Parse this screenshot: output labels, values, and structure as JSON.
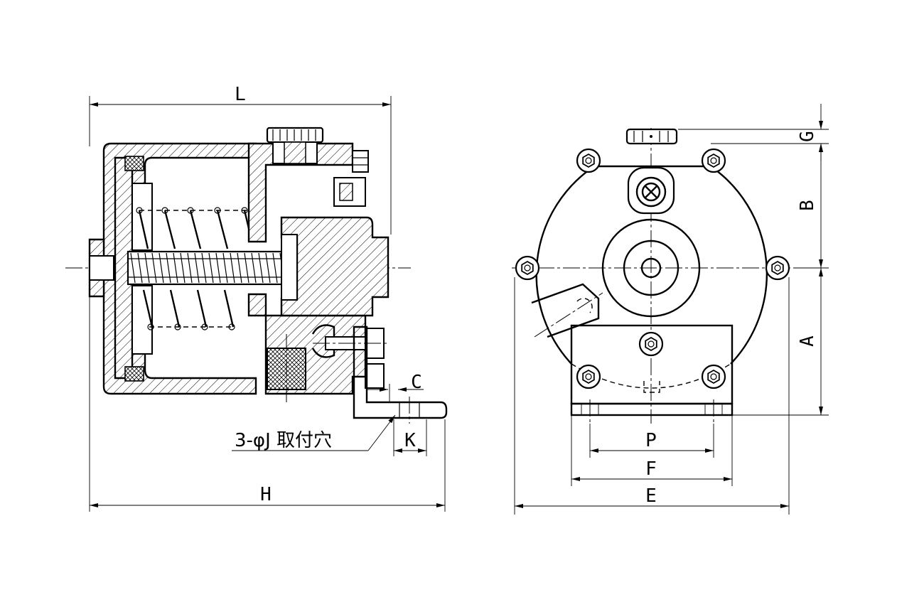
{
  "colors": {
    "line": "#000000",
    "background": "#ffffff"
  },
  "dimensions": {
    "L": "L",
    "H": "H",
    "C": "C",
    "K": "K",
    "G": "G",
    "B": "B",
    "A": "A",
    "P": "P",
    "F": "F",
    "E": "E"
  },
  "note": {
    "mounting_holes": "3-φJ 取付穴"
  }
}
